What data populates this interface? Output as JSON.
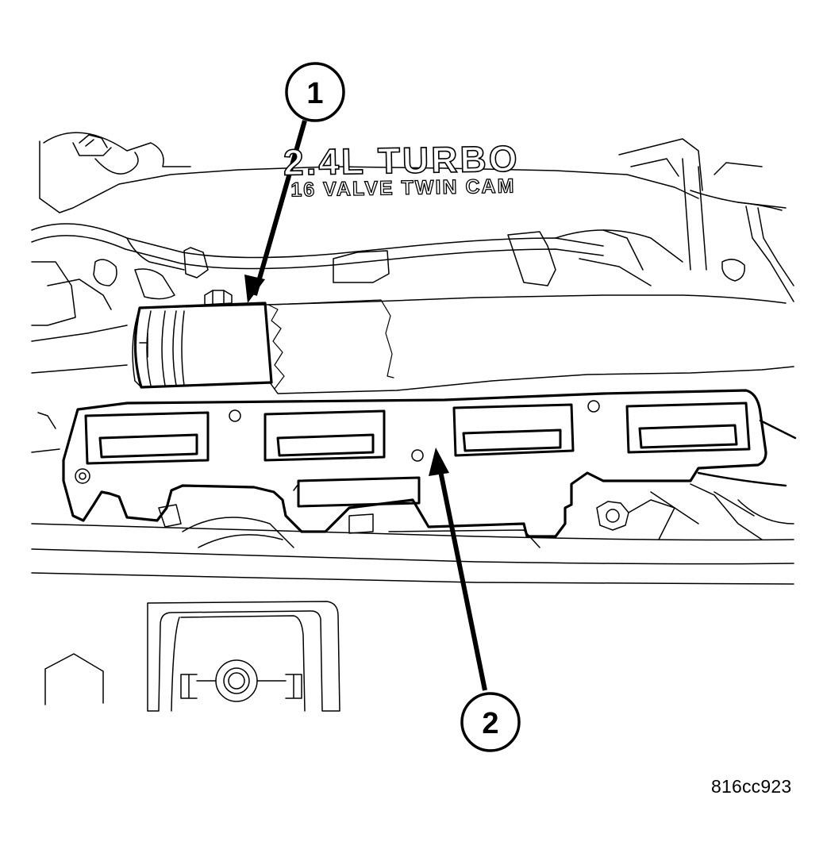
{
  "engine_label": {
    "line1": "2.4L TURBO",
    "line2": "16 VALVE TWIN CAM"
  },
  "callouts": [
    {
      "number": "1"
    },
    {
      "number": "2"
    }
  ],
  "figure_id": "816cc923",
  "colors": {
    "ink": "#000000",
    "paper": "#ffffff"
  }
}
